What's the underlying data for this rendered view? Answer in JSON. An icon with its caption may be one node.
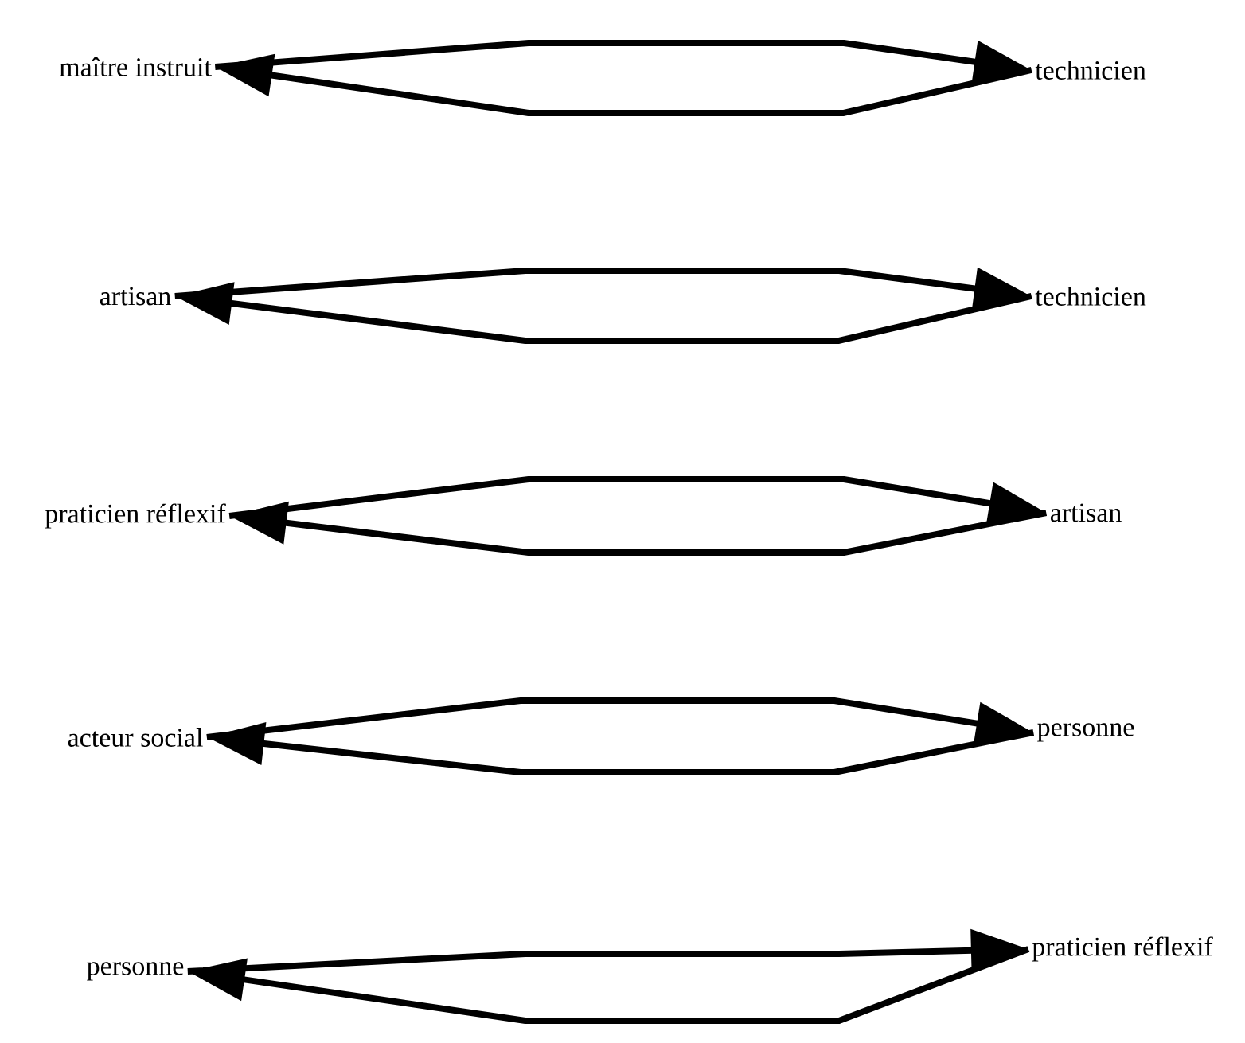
{
  "diagram": {
    "nodes": [
      {
        "text": [
          "maître instruit"
        ]
      },
      {
        "text": [
          "technicien"
        ]
      },
      {
        "text": [
          "artisan"
        ]
      },
      {
        "text": [
          "technicien"
        ]
      },
      {
        "text": [
          "praticien réflexif"
        ]
      },
      {
        "text": [
          "artisan"
        ]
      },
      {
        "text": [
          "acteur social"
        ]
      },
      {
        "text": [
          "personne"
        ]
      },
      {
        "text": [
          "personne"
        ]
      },
      {
        "text": [
          "praticien réflexif"
        ]
      }
    ],
    "edges": [
      {
        "from": 0,
        "to": 1,
        "arrow": "to"
      },
      {
        "from": 1,
        "to": 0,
        "arrow": "to"
      },
      {
        "from": 2,
        "to": 3,
        "arrow": "to"
      },
      {
        "from": 3,
        "to": 2,
        "arrow": "to"
      },
      {
        "from": 4,
        "to": 5,
        "arrow": "to"
      },
      {
        "from": 5,
        "to": 4,
        "arrow": "to"
      },
      {
        "from": 6,
        "to": 7,
        "arrow": "to"
      },
      {
        "from": 7,
        "to": 6,
        "arrow": "to"
      },
      {
        "from": 8,
        "to": 9,
        "arrow": "to"
      },
      {
        "from": 9,
        "to": 8,
        "arrow": "to"
      }
    ]
  }
}
